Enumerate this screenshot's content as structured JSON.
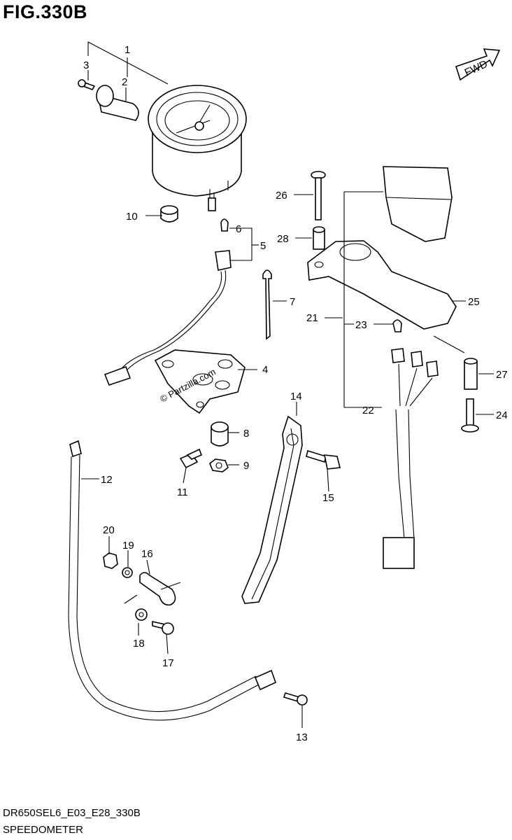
{
  "figure_title": "FIG.330B",
  "footer_code": "DR650SEL6_E03_E28_330B",
  "footer_name": "SPEEDOMETER",
  "fwd_label": "FWD",
  "watermark": "© Partzilla.com",
  "callouts": [
    {
      "id": "1",
      "text": "1"
    },
    {
      "id": "2",
      "text": "2"
    },
    {
      "id": "3",
      "text": "3"
    },
    {
      "id": "4",
      "text": "4"
    },
    {
      "id": "5",
      "text": "5"
    },
    {
      "id": "6",
      "text": "6"
    },
    {
      "id": "7",
      "text": "7"
    },
    {
      "id": "8",
      "text": "8"
    },
    {
      "id": "9",
      "text": "9"
    },
    {
      "id": "10",
      "text": "10"
    },
    {
      "id": "11",
      "text": "11"
    },
    {
      "id": "12",
      "text": "12"
    },
    {
      "id": "13",
      "text": "13"
    },
    {
      "id": "14",
      "text": "14"
    },
    {
      "id": "15",
      "text": "15"
    },
    {
      "id": "16",
      "text": "16"
    },
    {
      "id": "17",
      "text": "17"
    },
    {
      "id": "18",
      "text": "18"
    },
    {
      "id": "19",
      "text": "19"
    },
    {
      "id": "20",
      "text": "20"
    },
    {
      "id": "21",
      "text": "21"
    },
    {
      "id": "22",
      "text": "22"
    },
    {
      "id": "23",
      "text": "23"
    },
    {
      "id": "24",
      "text": "24"
    },
    {
      "id": "25",
      "text": "25"
    },
    {
      "id": "26",
      "text": "26"
    },
    {
      "id": "27",
      "text": "27"
    },
    {
      "id": "28",
      "text": "28"
    }
  ]
}
